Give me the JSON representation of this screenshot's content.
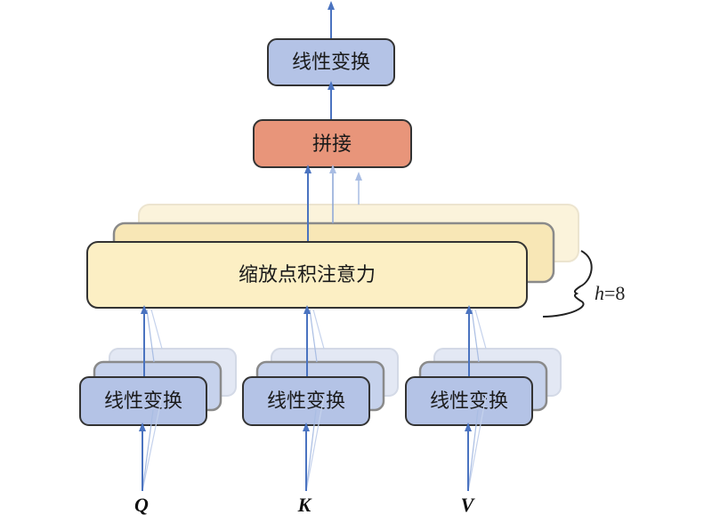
{
  "diagram": {
    "top_linear_label": "线性变换",
    "concat_label": "拼接",
    "attention_label": "缩放点积注意力",
    "branches": [
      {
        "linear_label": "线性变换",
        "input": "Q"
      },
      {
        "linear_label": "线性变换",
        "input": "K"
      },
      {
        "linear_label": "线性变换",
        "input": "V"
      }
    ],
    "heads_var": "h",
    "heads_eq": "=8",
    "colors": {
      "linear_fill": "#b4c3e6",
      "concat_fill": "#e8957a",
      "attention_fill": "#fcefc4",
      "arrow": "#4a73c0",
      "border": "#333333"
    }
  }
}
